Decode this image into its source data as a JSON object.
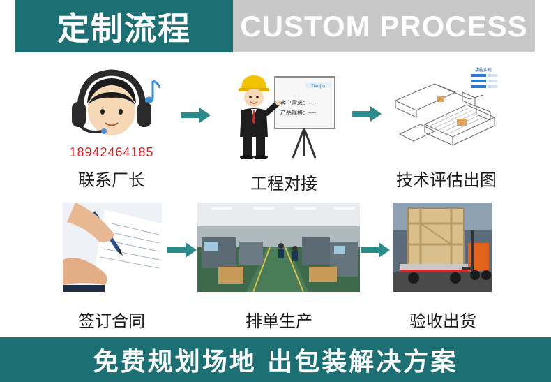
{
  "header": {
    "title_cn": "定制流程",
    "title_en": "CUSTOM PROCESS"
  },
  "steps": [
    {
      "label": "联系厂长",
      "phone": "18942464185"
    },
    {
      "label": "工程对接",
      "board_line1": "客户需求：----",
      "board_line2": "产品规格：----",
      "board_logo": "Tianjin"
    },
    {
      "label": "技术评估出图",
      "diagram_title": "功能实现"
    },
    {
      "label": "签订合同"
    },
    {
      "label": "排单生产"
    },
    {
      "label": "验收出货"
    }
  ],
  "footer": {
    "slogan": "免费规划场地 出包装解决方案"
  },
  "colors": {
    "teal": "#1c6f72",
    "gray": "#c8c8c8",
    "arrow": "#2a8a8c",
    "phone_red": "#e02020"
  }
}
